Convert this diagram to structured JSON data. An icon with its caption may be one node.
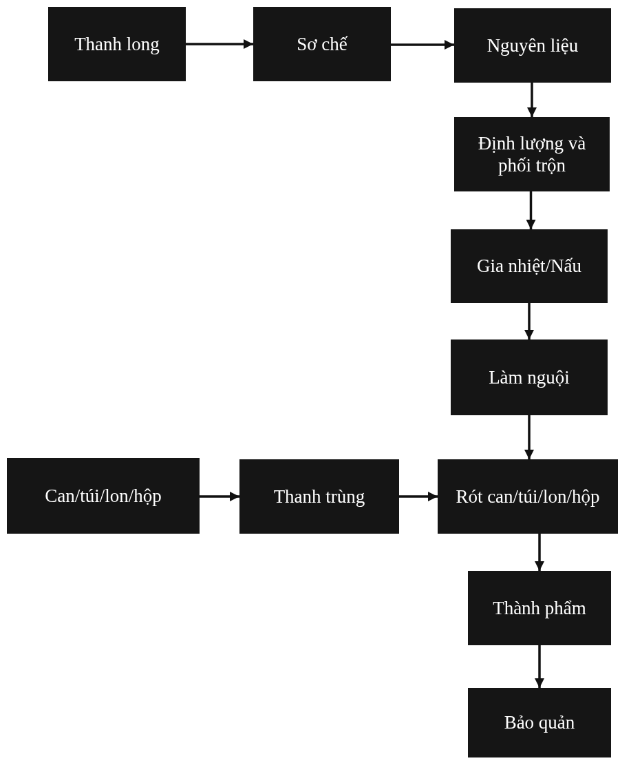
{
  "diagram": {
    "nodes": [
      {
        "text": [
          "Thanh long"
        ]
      },
      {
        "text": [
          "Sơ chế"
        ]
      },
      {
        "text": [
          "Nguyên liệu"
        ]
      },
      {
        "text": [
          "Định lượng và phối trộn"
        ]
      },
      {
        "text": [
          "Gia nhiệt/Nấu"
        ]
      },
      {
        "text": [
          "Làm nguội"
        ]
      },
      {
        "text": [
          "Can/túi/lon/hộp"
        ]
      },
      {
        "text": [
          "Thanh trùng"
        ]
      },
      {
        "text": [
          "Rót can/túi/lon/hộp"
        ]
      },
      {
        "text": [
          "Thành phẩm"
        ]
      },
      {
        "text": [
          "Bảo quản"
        ]
      }
    ],
    "edges": [
      {
        "from": 0,
        "to": 1,
        "arrow": "to"
      },
      {
        "from": 1,
        "to": 2,
        "arrow": "to"
      },
      {
        "from": 2,
        "to": 3,
        "arrow": "to"
      },
      {
        "from": 3,
        "to": 4,
        "arrow": "to"
      },
      {
        "from": 4,
        "to": 5,
        "arrow": "to"
      },
      {
        "from": 5,
        "to": 8,
        "arrow": "to"
      },
      {
        "from": 6,
        "to": 7,
        "arrow": "to"
      },
      {
        "from": 7,
        "to": 8,
        "arrow": "to"
      },
      {
        "from": 8,
        "to": 9,
        "arrow": "to"
      },
      {
        "from": 9,
        "to": 10,
        "arrow": "to"
      }
    ]
  }
}
